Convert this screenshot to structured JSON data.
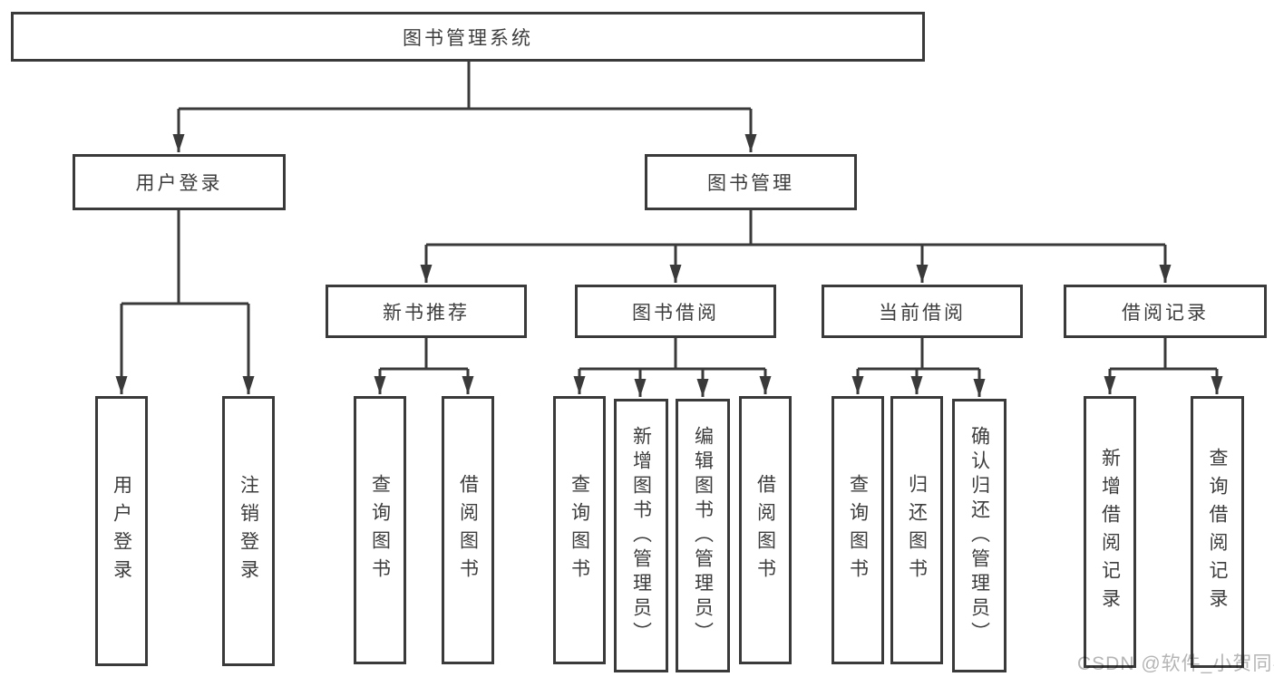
{
  "tree": {
    "root": {
      "label": "图书管理系统"
    },
    "user_login": {
      "label": "用户登录",
      "children": [
        {
          "label": "用户登录"
        },
        {
          "label": "注销登录"
        }
      ]
    },
    "book_mgmt": {
      "label": "图书管理",
      "sections": [
        {
          "label": "新书推荐",
          "children": [
            {
              "label": "查询图书"
            },
            {
              "label": "借阅图书"
            }
          ]
        },
        {
          "label": "图书借阅",
          "children": [
            {
              "label": "查询图书"
            },
            {
              "label": "新增图书（管理员）"
            },
            {
              "label": "编辑图书（管理员）"
            },
            {
              "label": "借阅图书"
            }
          ]
        },
        {
          "label": "当前借阅",
          "children": [
            {
              "label": "查询图书"
            },
            {
              "label": "归还图书"
            },
            {
              "label": "确认归还（管理员）"
            }
          ]
        },
        {
          "label": "借阅记录",
          "children": [
            {
              "label": "新增借阅记录"
            },
            {
              "label": "查询借阅记录"
            }
          ]
        }
      ]
    }
  },
  "watermark": {
    "text": "CSDN @软件_小贺同学"
  },
  "colors": {
    "line": "#3a3a3a",
    "box_border": "#3a3a3a",
    "text": "#3d3d3d",
    "watermark": "#b5b5b5",
    "background": "#ffffff"
  }
}
